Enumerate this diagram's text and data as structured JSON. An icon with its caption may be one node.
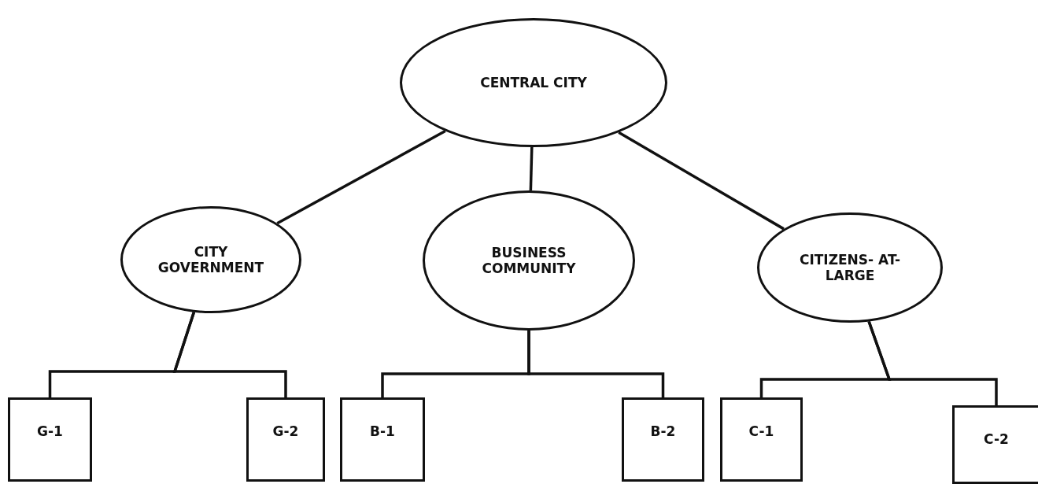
{
  "diagram": {
    "nodes": [
      {
        "text": [
          "CENTRAL CITY"
        ]
      },
      {
        "text": [
          "CITY GOVERNMENT"
        ]
      },
      {
        "text": [
          "BUSINESS COMMUNITY"
        ]
      },
      {
        "text": [
          "CITIZENS- AT-LARGE"
        ]
      },
      {
        "text": [
          "G-1"
        ]
      },
      {
        "text": [
          "G-2"
        ]
      },
      {
        "text": [
          "B-1"
        ]
      },
      {
        "text": [
          "B-2"
        ]
      },
      {
        "text": [
          "C-1"
        ]
      },
      {
        "text": [
          "C-2"
        ]
      }
    ],
    "edges": [
      {
        "from": 0,
        "to": 1,
        "arrow": "none"
      },
      {
        "from": 0,
        "to": 2,
        "arrow": "none"
      },
      {
        "from": 0,
        "to": 3,
        "arrow": "none"
      },
      {
        "from": 1,
        "to": 4,
        "arrow": "none"
      },
      {
        "from": 1,
        "to": 5,
        "arrow": "none"
      },
      {
        "from": 2,
        "to": 6,
        "arrow": "none"
      },
      {
        "from": 2,
        "to": 7,
        "arrow": "none"
      },
      {
        "from": 3,
        "to": 8,
        "arrow": "none"
      },
      {
        "from": 3,
        "to": 9,
        "arrow": "none"
      }
    ]
  }
}
